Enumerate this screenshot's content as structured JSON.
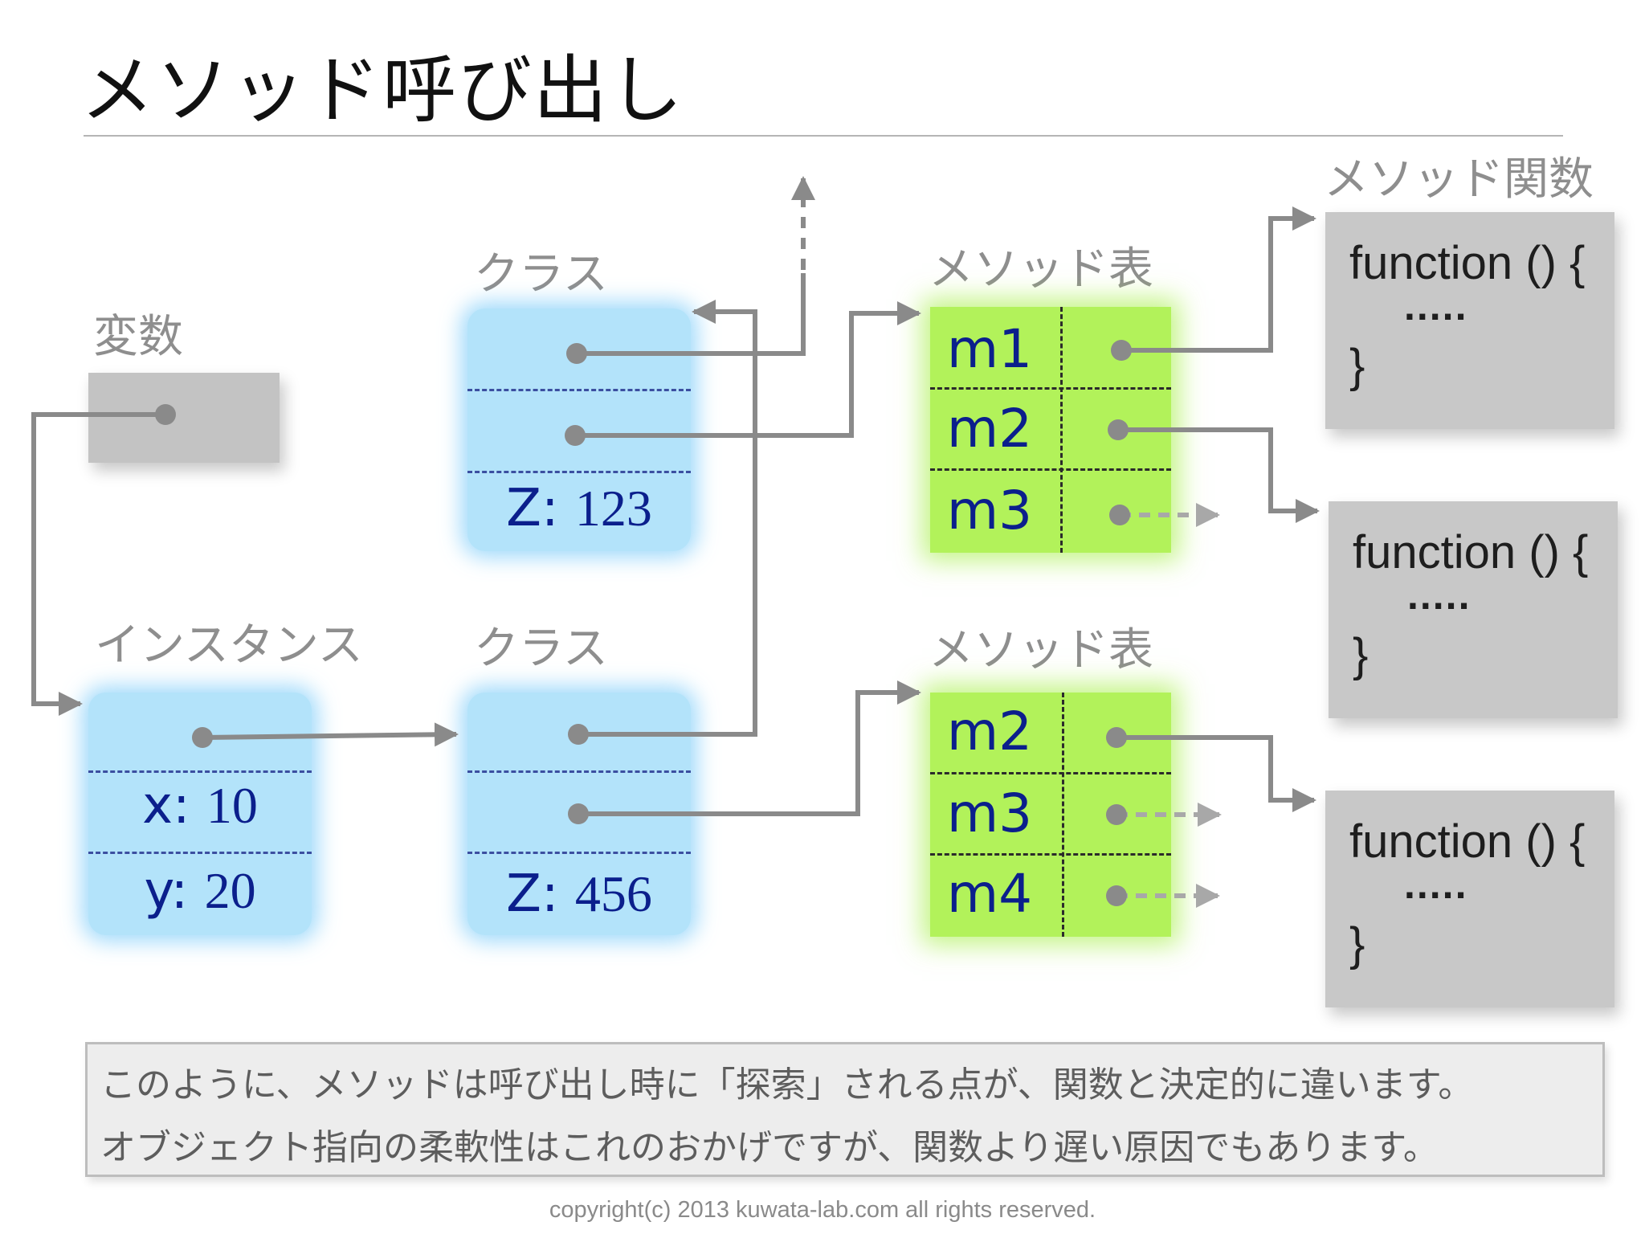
{
  "title": "メソッド呼び出し",
  "labels": {
    "variable": "変数",
    "instance": "インスタンス",
    "class_top": "クラス",
    "class_bottom": "クラス",
    "method_table_top": "メソッド表",
    "method_table_bottom": "メソッド表",
    "method_functions": "メソッド関数"
  },
  "instance": {
    "fields": [
      {
        "name": "x:",
        "value": "10"
      },
      {
        "name": "y:",
        "value": "20"
      }
    ]
  },
  "class_top": {
    "field": {
      "name": "Z:",
      "value": "123"
    }
  },
  "class_bottom": {
    "field": {
      "name": "Z:",
      "value": "456"
    }
  },
  "method_table_top": {
    "methods": [
      "m1",
      "m2",
      "m3"
    ]
  },
  "method_table_bottom": {
    "methods": [
      "m2",
      "m3",
      "m4"
    ]
  },
  "functions": [
    {
      "line1": "function () {",
      "line2": ".....",
      "line3": "}"
    },
    {
      "line1": "function () {",
      "line2": ".....",
      "line3": "}"
    },
    {
      "line1": "function () {",
      "line2": ".....",
      "line3": "}"
    }
  ],
  "note": {
    "line1": "このように、メソッドは呼び出し時に「探索」される点が、関数と決定的に違います。",
    "line2": "オブジェクト指向の柔軟性はこれのおかげですが、関数より遅い原因でもあります。"
  },
  "copyright": "copyright(c) 2013 kuwata-lab.com all rights reserved."
}
